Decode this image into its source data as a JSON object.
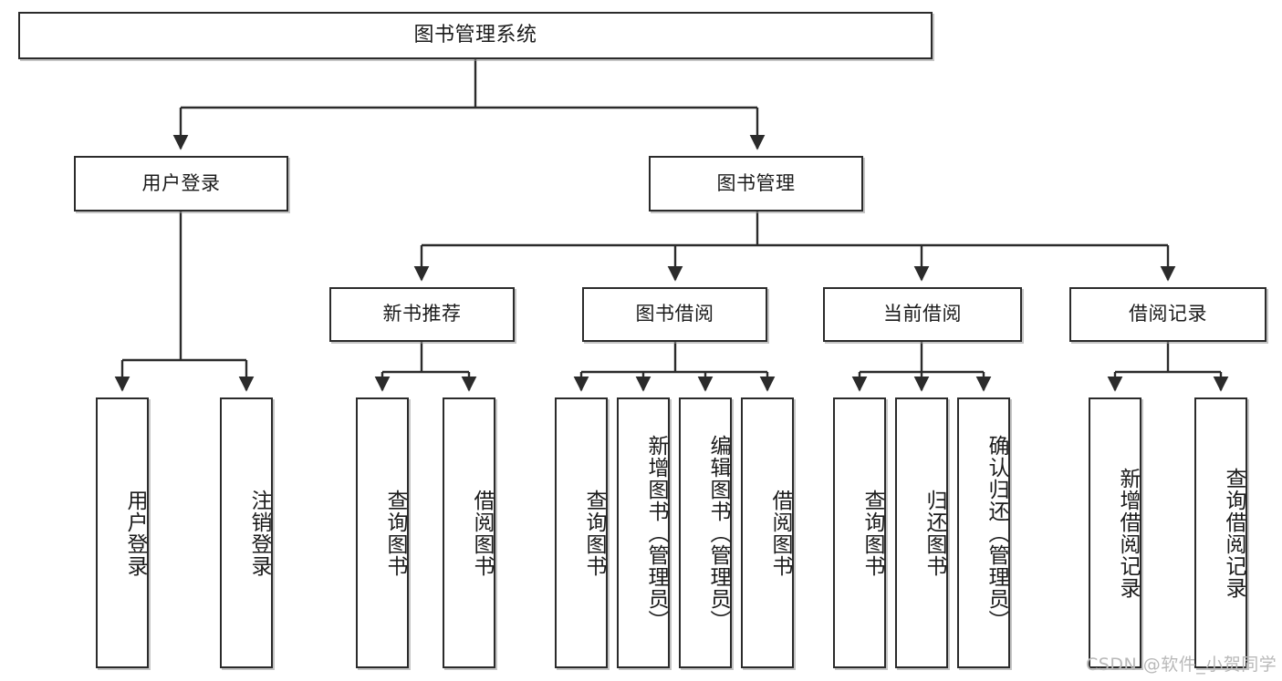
{
  "diagram": {
    "type": "hierarchy-tree",
    "title": "图书管理系统",
    "watermark": "CSDN @软件_小贺同学",
    "colors": {
      "stroke": "#2b2b2b",
      "fill": "#ffffff",
      "watermark": "#b9b9b9"
    },
    "nodes": {
      "root": {
        "label": "图书管理系统"
      },
      "level2": [
        {
          "label": "用户登录"
        },
        {
          "label": "图书管理"
        }
      ],
      "level3": [
        {
          "label": "新书推荐"
        },
        {
          "label": "图书借阅"
        },
        {
          "label": "当前借阅"
        },
        {
          "label": "借阅记录"
        }
      ],
      "leaves": {
        "user_login": [
          {
            "label": "用户登录"
          },
          {
            "label": "注销登录"
          }
        ],
        "new_book_recommend": [
          {
            "label": "查询图书"
          },
          {
            "label": "借阅图书"
          }
        ],
        "book_borrow": [
          {
            "label": "查询图书"
          },
          {
            "label": "新增图书（管理员）"
          },
          {
            "label": "编辑图书（管理员）"
          },
          {
            "label": "借阅图书"
          }
        ],
        "current_borrow": [
          {
            "label": "查询图书"
          },
          {
            "label": "归还图书"
          },
          {
            "label": "确认归还（管理员）"
          }
        ],
        "borrow_record": [
          {
            "label": "新增借阅记录"
          },
          {
            "label": "查询借阅记录"
          }
        ]
      }
    }
  }
}
